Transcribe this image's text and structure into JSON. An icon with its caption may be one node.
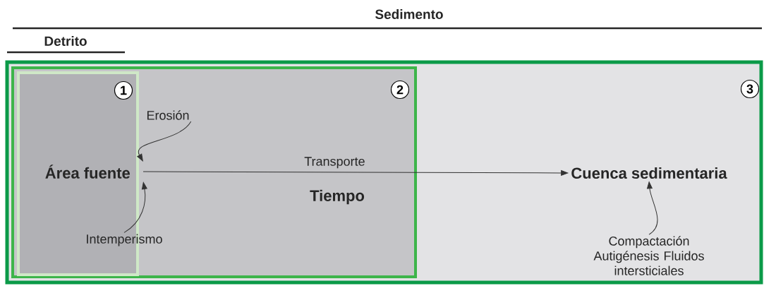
{
  "diagram": {
    "nodes": [
      {
        "text": [],
        "shape": "box"
      },
      {
        "text": [],
        "shape": "box",
        "in": 0
      },
      {
        "text": [],
        "shape": "box",
        "in": 1
      },
      {
        "text": [
          "1"
        ],
        "in": 2
      },
      {
        "text": [
          "2"
        ],
        "in": 1
      },
      {
        "text": [
          "3"
        ],
        "in": 0
      },
      {
        "text": [
          "Área fuente"
        ],
        "in": 2
      },
      {
        "text": [
          "Cuenca sedimentaria"
        ],
        "in": 0
      },
      {
        "text": [
          "Erosión"
        ],
        "in": 1
      },
      {
        "text": [
          "Intemperismo"
        ],
        "in": 1
      },
      {
        "text": [
          "Compactación Autigénesis Fluidos intersticiales"
        ],
        "in": 0
      }
    ],
    "edges": [
      {
        "from": 6,
        "to": 7,
        "arrow": "to",
        "label": "Transporte"
      },
      {
        "from": 8,
        "to": 6,
        "arrow": "to"
      },
      {
        "from": 9,
        "to": 6,
        "arrow": "to"
      },
      {
        "from": 10,
        "to": 7,
        "arrow": "to"
      }
    ],
    "labels": [
      "Sedimento",
      "Detrito",
      "Tiempo"
    ]
  }
}
